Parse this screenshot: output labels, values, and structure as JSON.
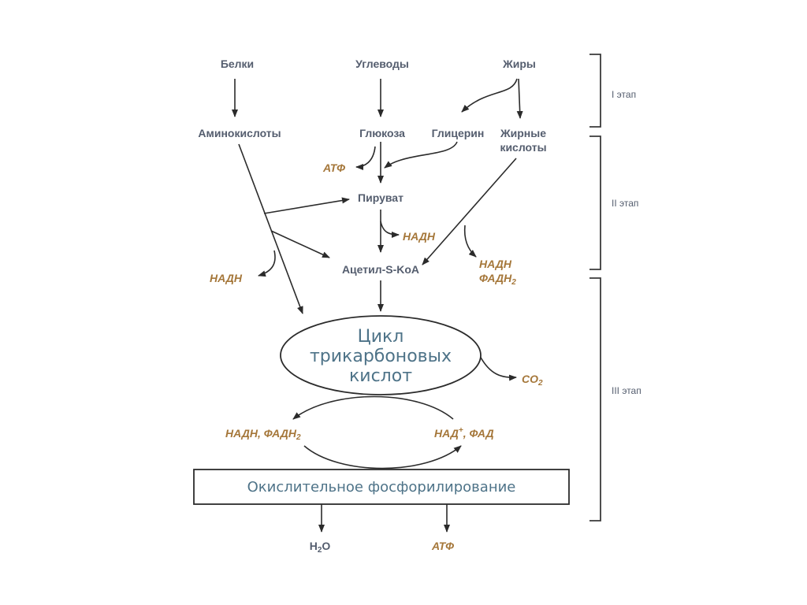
{
  "sources": {
    "proteins": "Белки",
    "carbs": "Углеводы",
    "fats": "Жиры"
  },
  "intermediates": {
    "amino_acids": "Аминокислоты",
    "glucose": "Глюкоза",
    "glycerol": "Глицерин",
    "fatty_acids_1": "Жирные",
    "fatty_acids_2": "кислоты",
    "pyruvate": "Пируват",
    "acetyl_coa": "Ацетил-S-KoA"
  },
  "outputs": {
    "atf_top": "АТФ",
    "nadh_pyruvate": "НАДН",
    "nadh_fatty": "НАДН",
    "fadh_fatty": "ФАДН",
    "fadh_sub": "2",
    "nadh_amino": "НАДН",
    "co2_main": "CO",
    "co2_sub": "2",
    "nadh_fadh_cycle": "НАДН, ФАДН",
    "nadh_fadh_cycle_sub": "2",
    "nad_label": "НАД",
    "nad_sup": "+",
    "nad_rest": ", ФАД",
    "h2o_h": "H",
    "h2o_sub": "2",
    "h2o_o": "O",
    "atf_bottom": "АТФ"
  },
  "krebs": {
    "line1": "Цикл",
    "line2": "трикарбоновых",
    "line3": "кислот"
  },
  "oxidative_phosphorylation": "Окислительное фосфорилирование",
  "stages": {
    "stage1": "I этап",
    "stage2": "II этап",
    "stage3": "III  этап"
  }
}
